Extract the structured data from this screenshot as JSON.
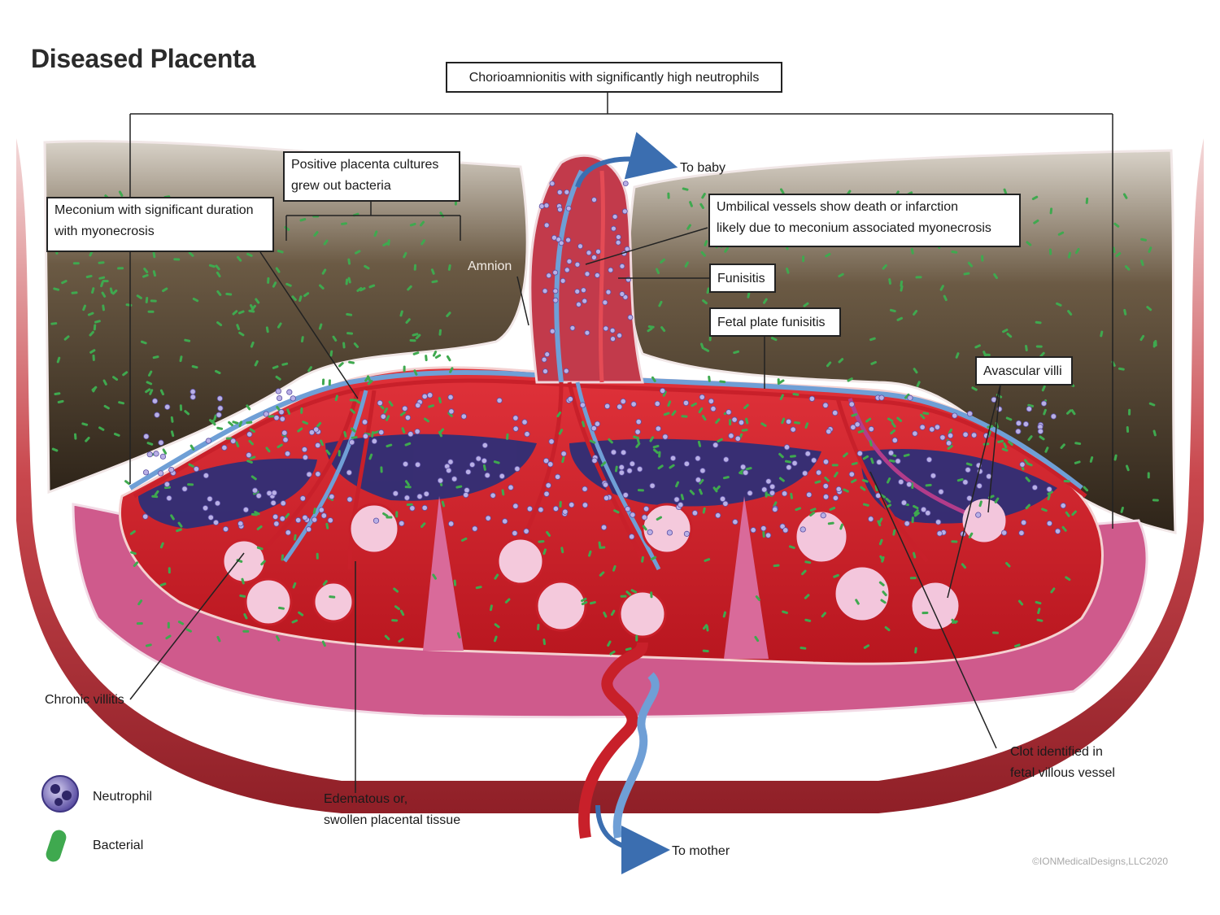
{
  "title": "Diseased Placenta",
  "labels": {
    "chorioamnionitis": "Chorioamnionitis with significantly high neutrophils",
    "cultures_line1": "Positive placenta cultures",
    "cultures_line2": "grew out bacteria",
    "meconium_line1": "Meconium with significant duration",
    "meconium_line2": "with myonecrosis",
    "amnion": "Amnion",
    "to_baby": "To baby",
    "umbilical_line1": "Umbilical vessels show death or infarction",
    "umbilical_line2": "likely due to meconium associated myonecrosis",
    "funisitis": "Funisitis",
    "fetal_plate": "Fetal plate funisitis",
    "avascular": "Avascular villi",
    "chronic_villitis": "Chronic villitis",
    "edematous_line1": "Edematous or,",
    "edematous_line2": "swollen placental tissue",
    "clot_line1": "Clot identified in",
    "clot_line2": "fetal villous vessel",
    "to_mother": "To mother",
    "copyright": "©IONMedicalDesigns,LLC2020"
  },
  "legend": [
    {
      "label": "Neutrophil",
      "icon": "neutrophil-icon"
    },
    {
      "label": "Bacterial",
      "icon": "bacteria-icon"
    }
  ],
  "colors": {
    "chorion_dark": "#3a2e22",
    "placenta_red": "#d42a33",
    "artery_red": "#c8202a",
    "vein_blue": "#6f9fd6",
    "intervillous_navy": "#2a2f78",
    "basal_pink": "#cf5a8c",
    "villi_pink": "#f4c9dc",
    "bacteria_green": "#3fa94f",
    "neutrophil_lilac": "#b9b0e6",
    "arrow_blue": "#3b6eb0"
  }
}
